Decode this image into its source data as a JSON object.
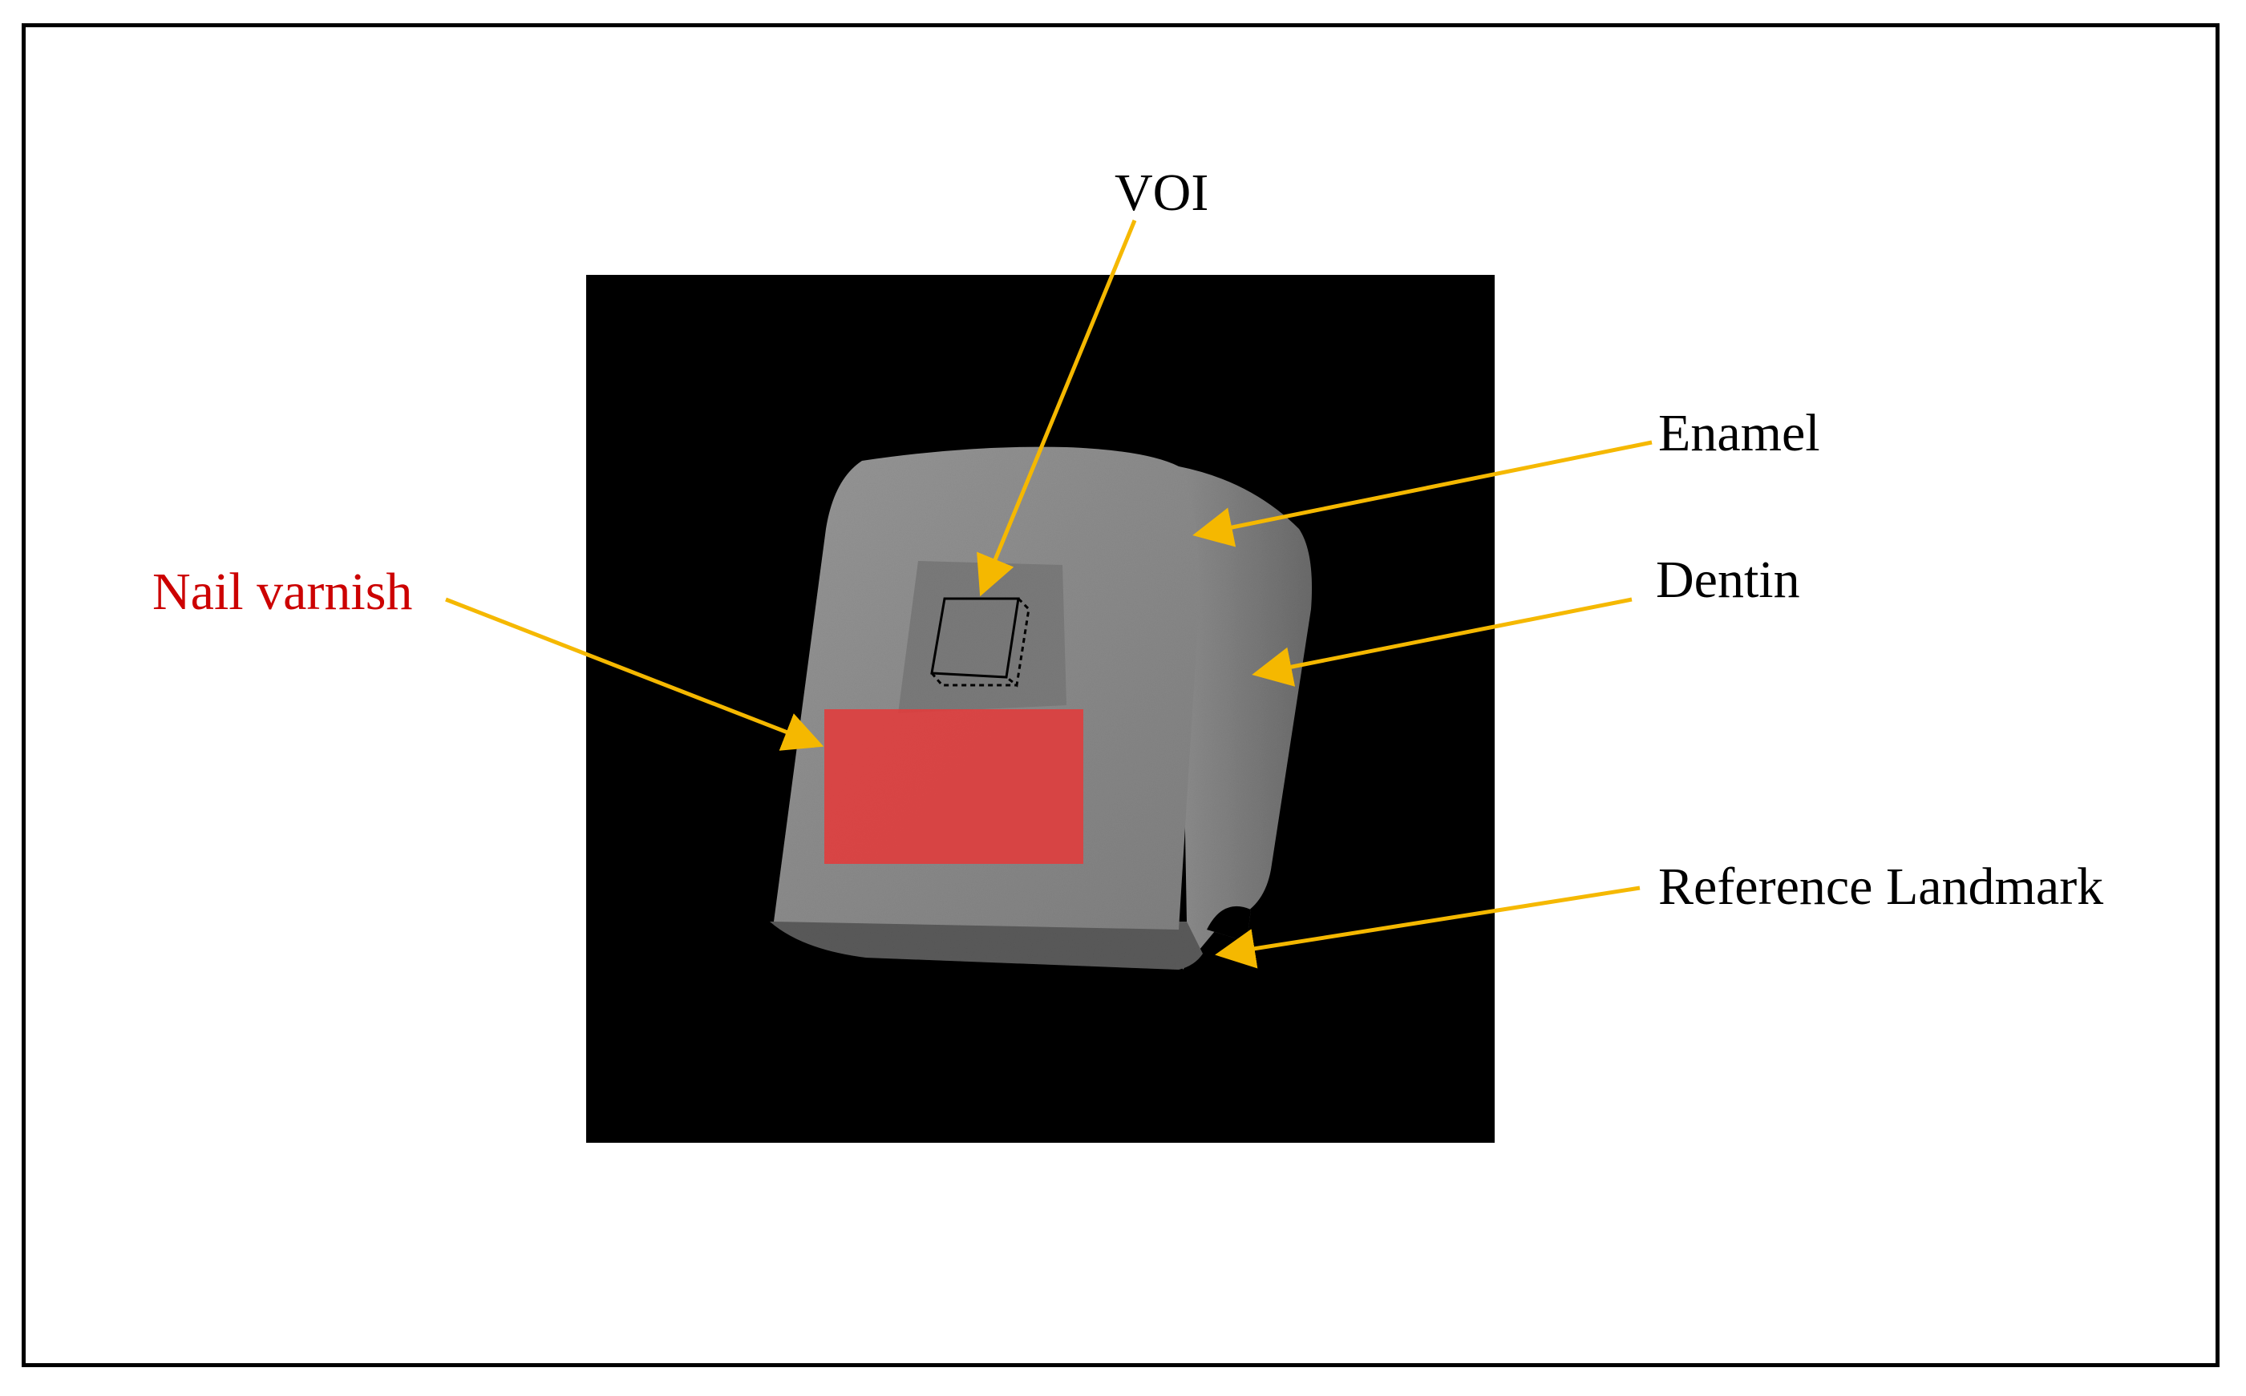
{
  "labels": {
    "voi": "VOI",
    "enamel": "Enamel",
    "dentin": "Dentin",
    "nail_varnish": "Nail varnish",
    "reference_landmark": "Reference Landmark"
  },
  "colors": {
    "arrow": "#F5B800",
    "nail_varnish_text": "#CC0000",
    "nail_varnish_patch": "#E23B3B",
    "background_panel": "#000000",
    "specimen": "#8A8A8A"
  },
  "icons": {
    "voi_box": "cube-outline-icon"
  }
}
